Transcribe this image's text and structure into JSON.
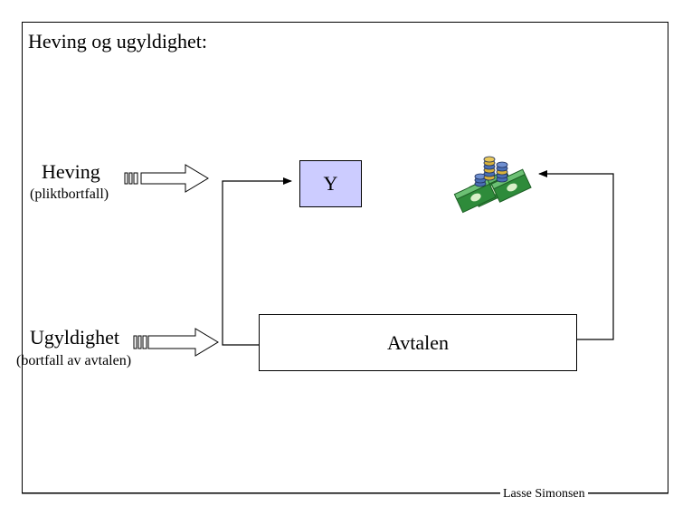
{
  "title": "Heving og ugyldighet:",
  "heving": {
    "label": "Heving",
    "sub": "(pliktbortfall)"
  },
  "ugyldighet": {
    "label": "Ugyldighet",
    "sub": "(bortfall av avtalen)"
  },
  "y_box": "Y",
  "agreement": "Avtalen",
  "footer": "Lasse Simonsen",
  "money_icon": "money-coins-icon",
  "colors": {
    "y_box_fill": "#ccccff",
    "money_green": "#2e8b3a",
    "coin_blue": "#4a6fb5",
    "coin_gold": "#d8b23a"
  }
}
